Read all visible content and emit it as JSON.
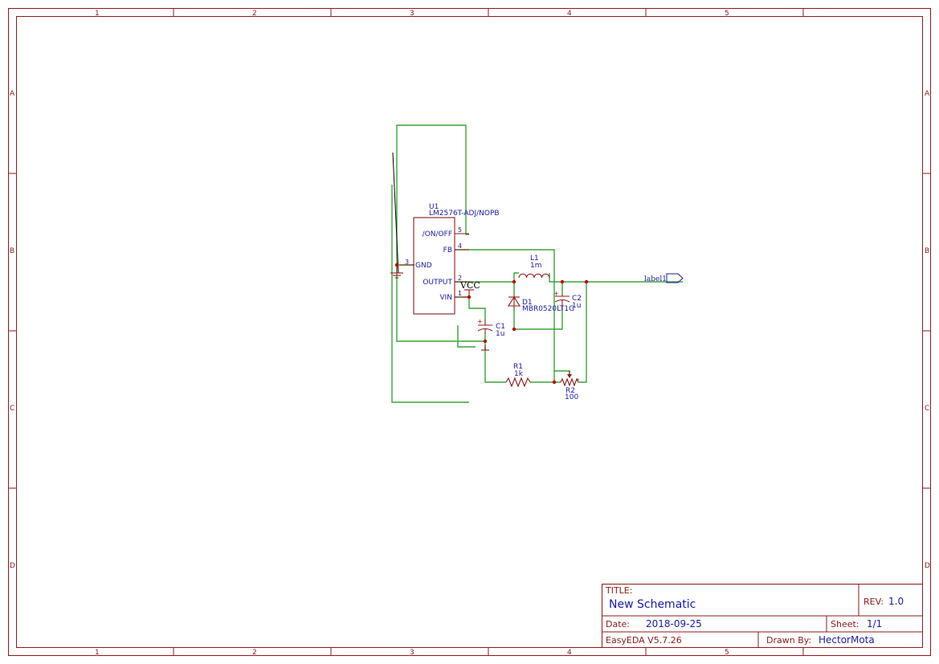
{
  "frame": {
    "columns": [
      "1",
      "2",
      "3",
      "4",
      "5"
    ],
    "rows": [
      "A",
      "B",
      "C",
      "D"
    ]
  },
  "components": {
    "u1": {
      "ref": "U1",
      "value": "LM2576T-ADJ/NOPB",
      "pins": [
        {
          "name": "/ON/OFF",
          "num": "5"
        },
        {
          "name": "FB",
          "num": "4"
        },
        {
          "name": "GND",
          "num": "3"
        },
        {
          "name": "OUTPUT",
          "num": "2"
        },
        {
          "name": "VIN",
          "num": "1"
        }
      ]
    },
    "l1": {
      "ref": "L1",
      "value": "1m"
    },
    "d1": {
      "ref": "D1",
      "value": "MBR0520LT1G"
    },
    "c1": {
      "ref": "C1",
      "value": "1u"
    },
    "c2": {
      "ref": "C2",
      "value": "1u"
    },
    "r1": {
      "ref": "R1",
      "value": "1k"
    },
    "r2": {
      "ref": "R2",
      "value": "100"
    },
    "vcc": {
      "label": "VCC"
    },
    "net_label": {
      "label": "label1"
    }
  },
  "title_block": {
    "title_label": "TITLE:",
    "title": "New Schematic",
    "rev_label": "REV:",
    "rev": "1.0",
    "date_label": "Date:",
    "date": "2018-09-25",
    "sheet_label": "Sheet:",
    "sheet": "1/1",
    "software": "EasyEDA V5.7.26",
    "drawn_label": "Drawn By:",
    "drawn_by": "HectorMota"
  }
}
